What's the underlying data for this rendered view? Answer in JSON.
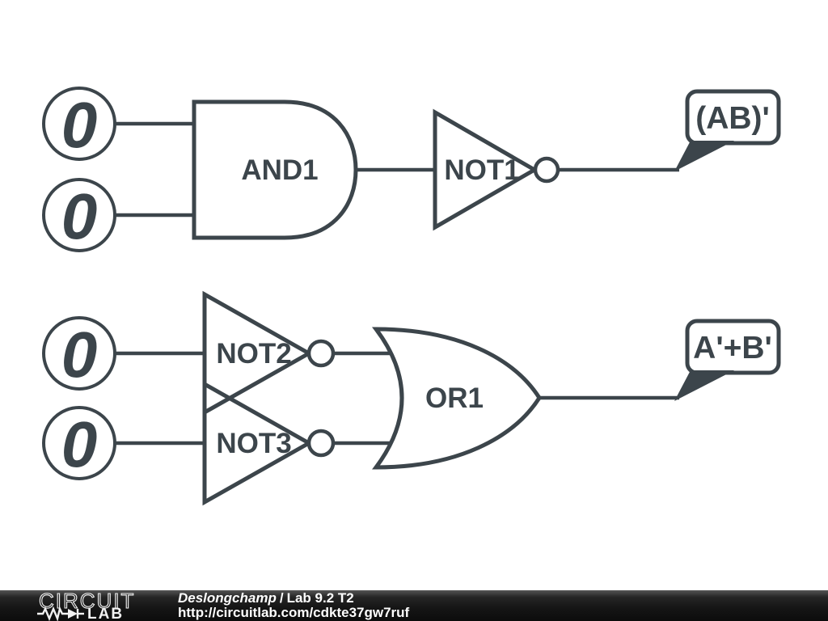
{
  "colors": {
    "schematic_stroke": "#3c454b",
    "background": "#ffffff",
    "footer_background": "#141414",
    "footer_text": "#ffffff"
  },
  "schematic": {
    "top_circuit": {
      "input_a": {
        "value": "0"
      },
      "input_b": {
        "value": "0"
      },
      "and_gate": {
        "label": "AND1"
      },
      "not_gate": {
        "label": "NOT1"
      },
      "output_flag": {
        "label": "(AB)'"
      }
    },
    "bottom_circuit": {
      "input_a": {
        "value": "0"
      },
      "input_b": {
        "value": "0"
      },
      "not_gate_top": {
        "label": "NOT2"
      },
      "not_gate_bottom": {
        "label": "NOT3"
      },
      "or_gate": {
        "label": "OR1"
      },
      "output_flag": {
        "label": "A'+B'"
      }
    }
  },
  "footer": {
    "logo": {
      "word_top": "CIRCUIT",
      "word_bottom": "LAB",
      "icon": "resistor-diode-icon"
    },
    "credit": {
      "author": "Deslongchamp",
      "separator": "/",
      "title": "Lab 9.2 T2"
    },
    "url": "http://circuitlab.com/cdkte37gw7ruf"
  }
}
